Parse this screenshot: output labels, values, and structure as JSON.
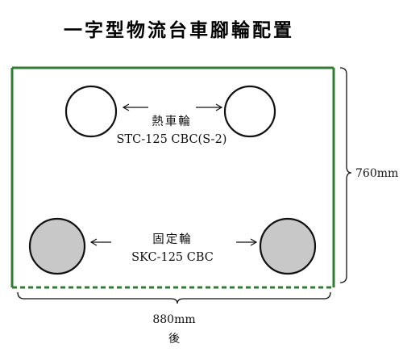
{
  "title": "一字型物流台車腳輪配置",
  "front_caster": {
    "name": "熱車輪",
    "model": "STC-125 CBC(S-2)"
  },
  "rear_caster": {
    "name": "固定輪",
    "model": "SKC-125 CBC"
  },
  "dimensions": {
    "depth": "760mm",
    "width": "880mm"
  },
  "rear_label": "後",
  "colors": {
    "frame": "#2e7d32",
    "fixed_wheel_fill": "#c8c8c8",
    "swivel_wheel_fill": "#ffffff",
    "line": "#111111"
  }
}
